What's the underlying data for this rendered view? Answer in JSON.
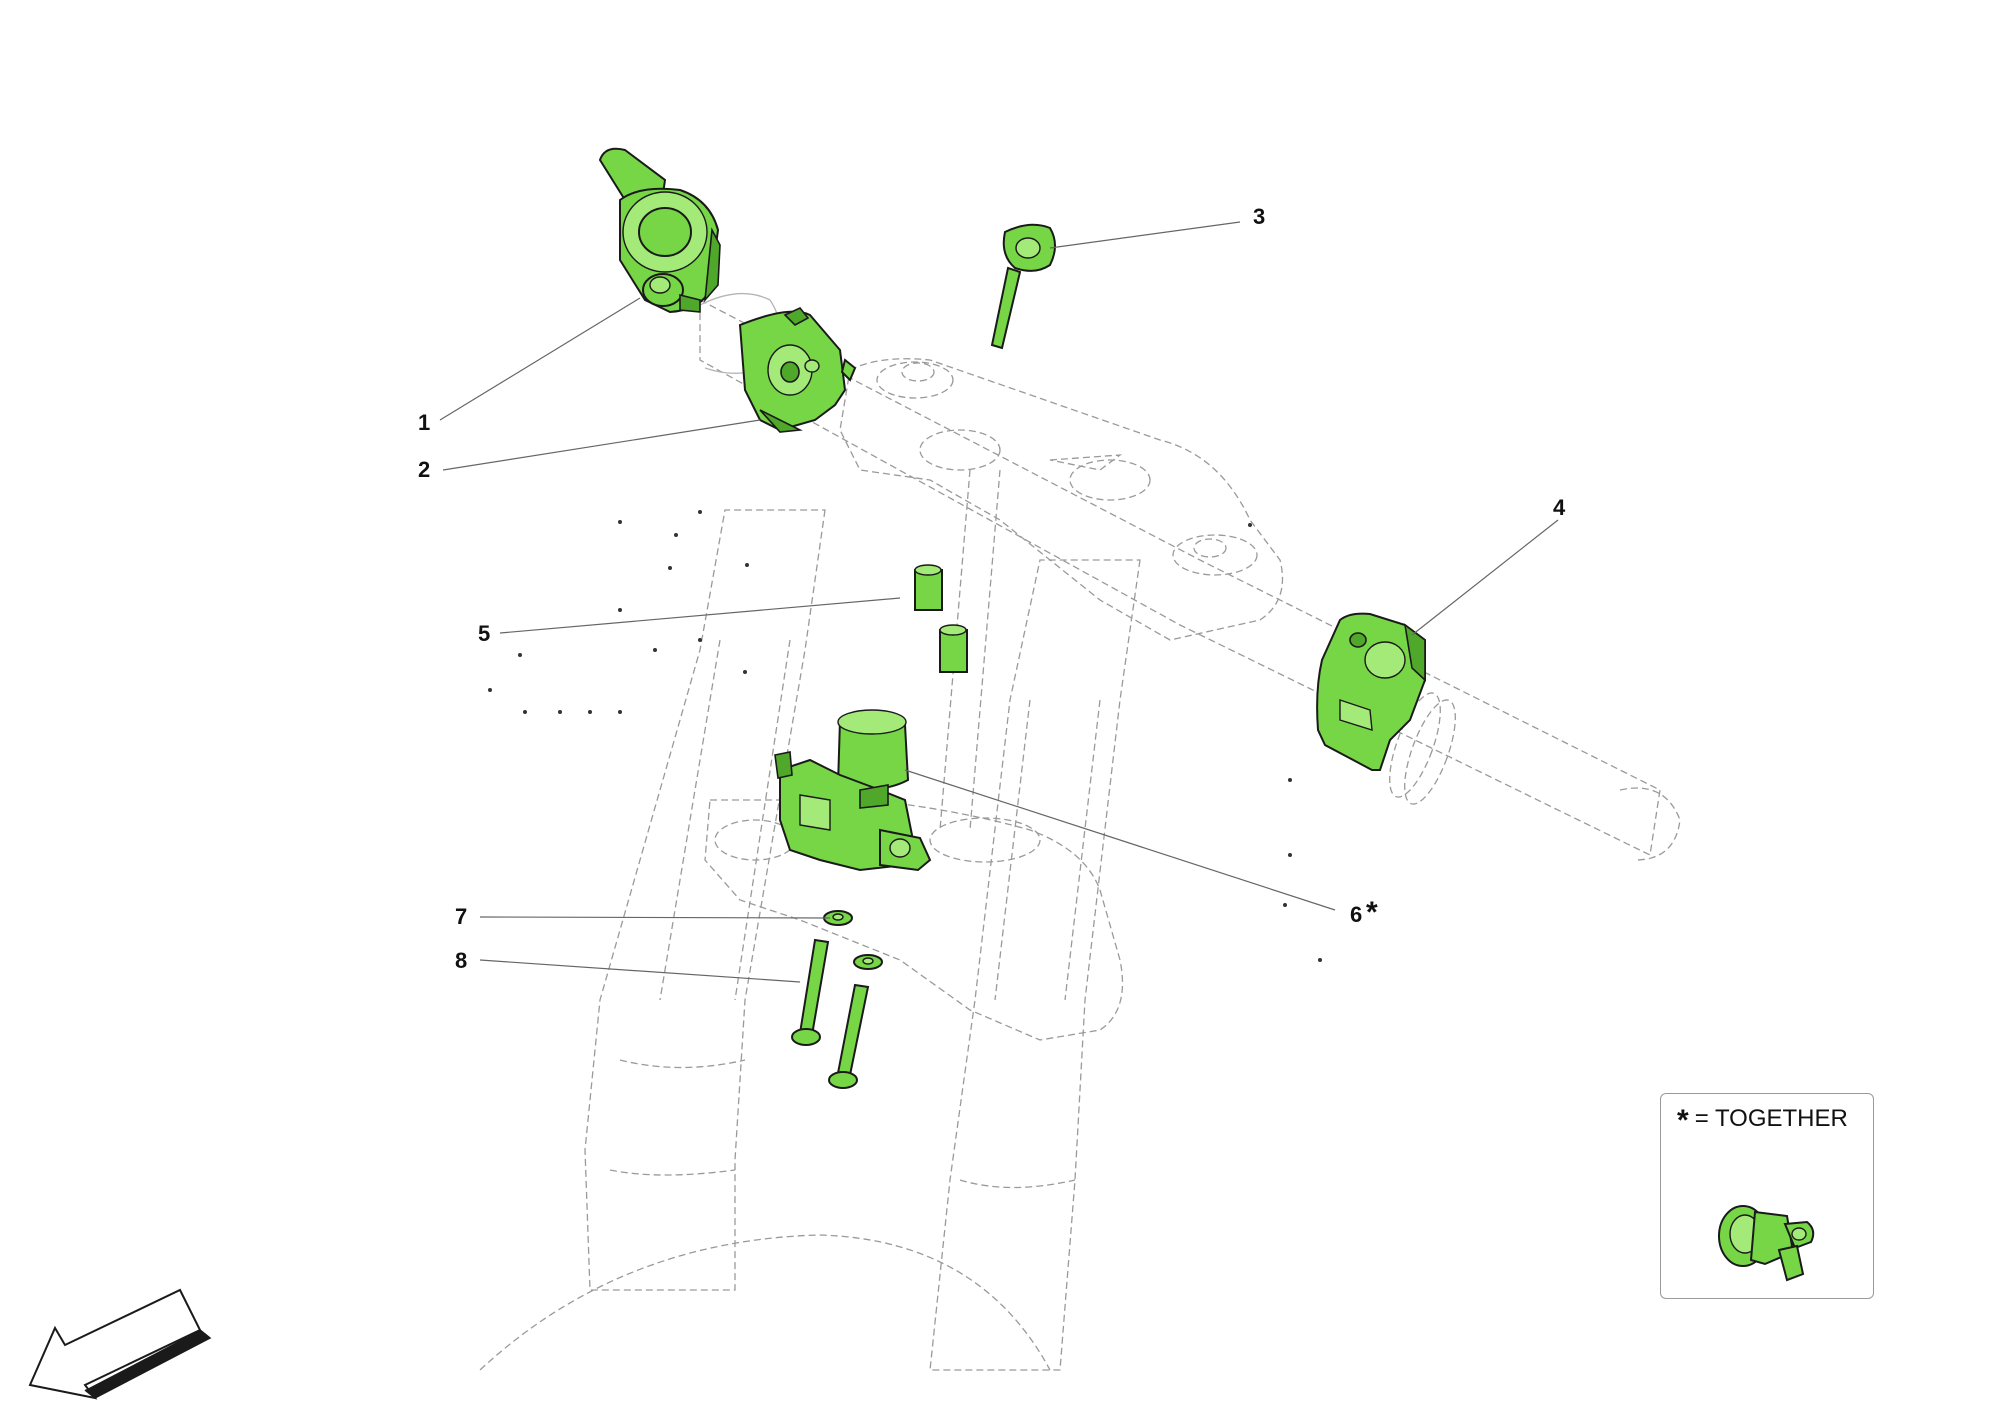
{
  "diagram": {
    "callouts": [
      {
        "id": "1",
        "label": "1"
      },
      {
        "id": "2",
        "label": "2"
      },
      {
        "id": "3",
        "label": "3"
      },
      {
        "id": "4",
        "label": "4"
      },
      {
        "id": "5",
        "label": "5"
      },
      {
        "id": "6",
        "label": "6"
      },
      {
        "id": "6-marker",
        "label": "*"
      },
      {
        "id": "7",
        "label": "7"
      },
      {
        "id": "8",
        "label": "8"
      }
    ],
    "highlight_color": "#76d646",
    "ghost_color": "#9a9a9a"
  },
  "legend": {
    "symbol": "*",
    "text": "= TOGETHER"
  }
}
